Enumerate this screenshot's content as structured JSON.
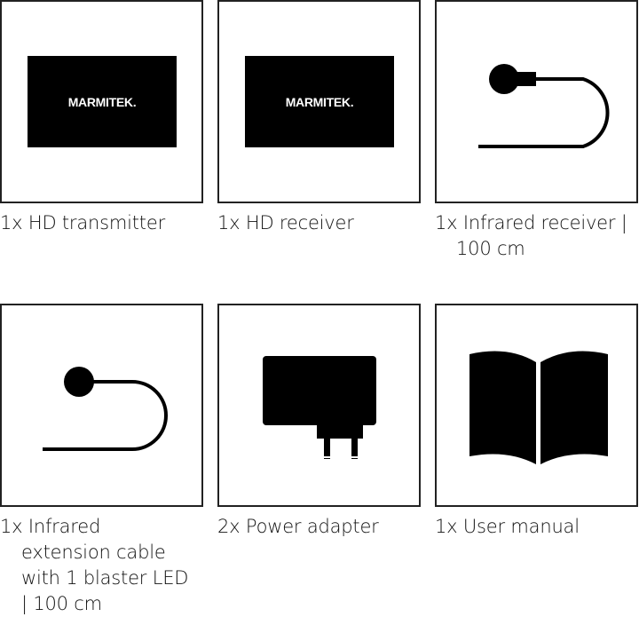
{
  "items": [
    {
      "label_lines": [
        "1x HD transmitter"
      ],
      "icon": "device-icon",
      "brand": "MARMITEK."
    },
    {
      "label_lines": [
        "1x HD receiver"
      ],
      "icon": "device-icon",
      "brand": "MARMITEK."
    },
    {
      "label_lines": [
        "1x Infrared receiver |",
        "100 cm"
      ],
      "icon": "ir-receiver-cable-icon"
    },
    {
      "label_lines": [
        "1x Infrared",
        "extension cable",
        "with 1 blaster LED",
        "| 100 cm"
      ],
      "icon": "ir-blaster-cable-icon"
    },
    {
      "label_lines": [
        "2x Power adapter"
      ],
      "icon": "power-adapter-icon"
    },
    {
      "label_lines": [
        "1x User manual"
      ],
      "icon": "book-icon"
    }
  ],
  "colors": {
    "icon": "#000000",
    "border": "#222222",
    "background": "#ffffff"
  }
}
